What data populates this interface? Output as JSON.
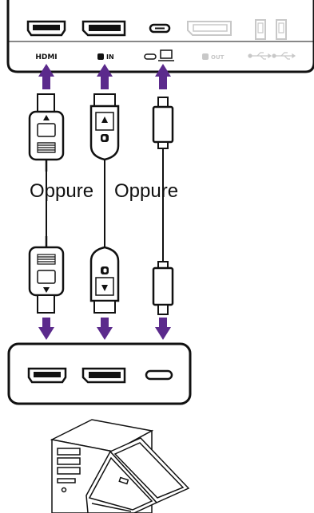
{
  "monitor_ports": {
    "hdmi_label": "HDMI",
    "dp_in_label": "IN",
    "dp_out_label": "OUT"
  },
  "separator": {
    "left": "Oppure",
    "right": "Oppure"
  },
  "colors": {
    "arrow": "#5b2a8c",
    "line": "#111111",
    "inactive_port": "#c8c8c8"
  },
  "icons": [
    "hdmi-port-icon",
    "displayport-icon",
    "usb-c-port-icon",
    "laptop-icon",
    "usb-a-port-icon",
    "usb-symbol-icon",
    "desktop-tower-icon",
    "laptop-computer-icon"
  ]
}
